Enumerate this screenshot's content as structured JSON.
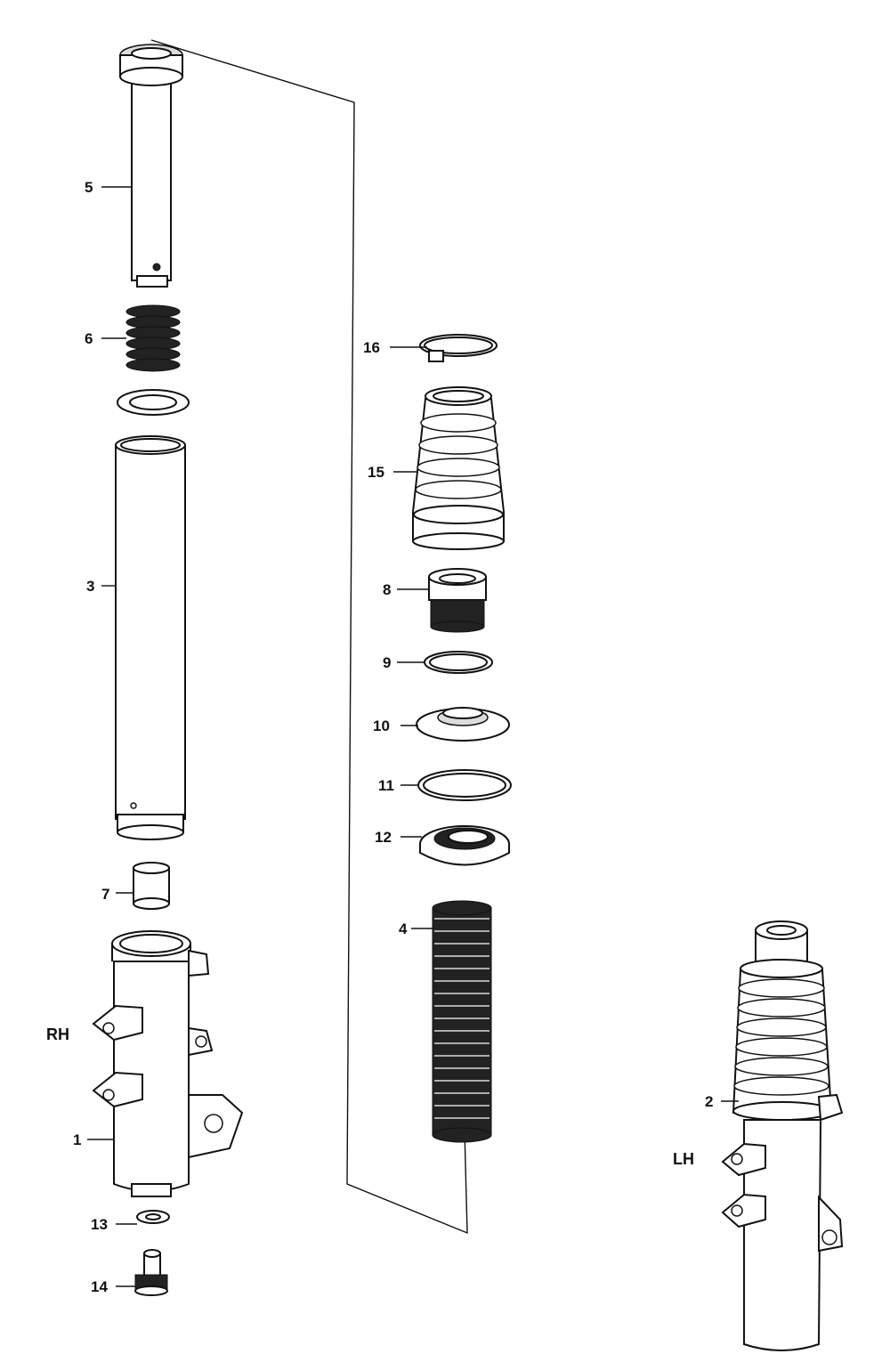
{
  "labels": {
    "p1": "1",
    "p2": "2",
    "p3": "3",
    "p4": "4",
    "p5": "5",
    "p6": "6",
    "p7": "7",
    "p8": "8",
    "p9": "9",
    "p10": "10",
    "p11": "11",
    "p12": "12",
    "p13": "13",
    "p14": "14",
    "p15": "15",
    "p16": "16"
  },
  "sides": {
    "right": "RH",
    "left": "LH"
  },
  "colors": {
    "line": "#111111",
    "background": "#ffffff"
  }
}
